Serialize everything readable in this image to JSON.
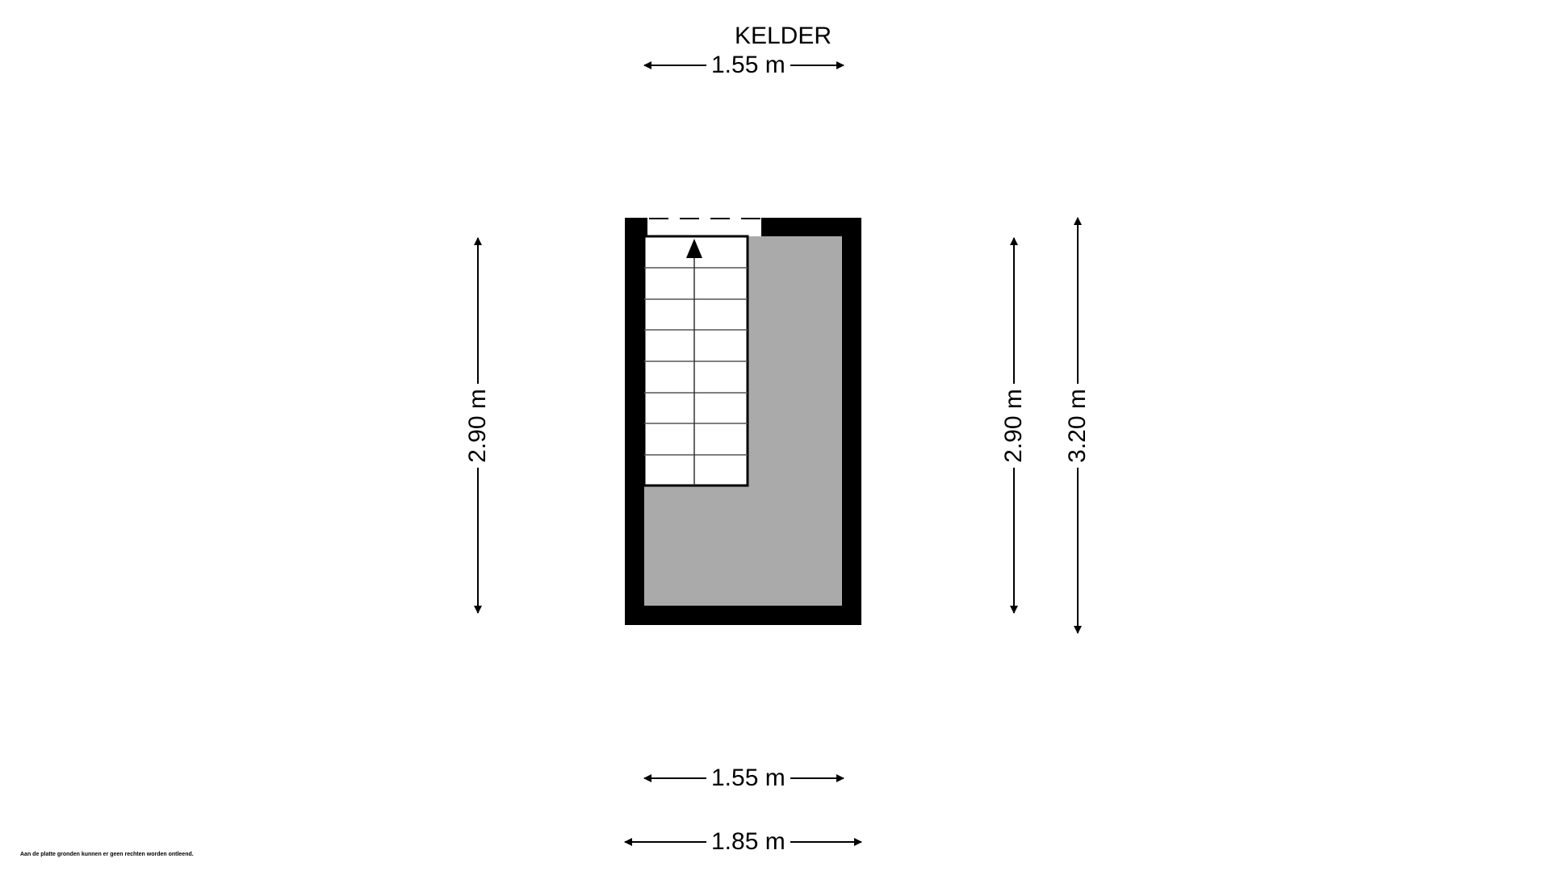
{
  "floorplan": {
    "title": "KELDER",
    "dimensions": {
      "top_width": "1.55 m",
      "left_height": "2.90 m",
      "right_inner_height": "2.90 m",
      "right_outer_height": "3.20 m",
      "bottom_inner_width": "1.55 m",
      "bottom_outer_width": "1.85 m"
    },
    "stair": {
      "treads": 8,
      "direction": "up"
    },
    "colors": {
      "wall": "#000000",
      "floor": "#aaaaaa",
      "stair": "#ffffff",
      "background": "#ffffff"
    }
  },
  "footer": {
    "disclaimer": "Aan de platte gronden kunnen er geen rechten worden ontleend."
  }
}
